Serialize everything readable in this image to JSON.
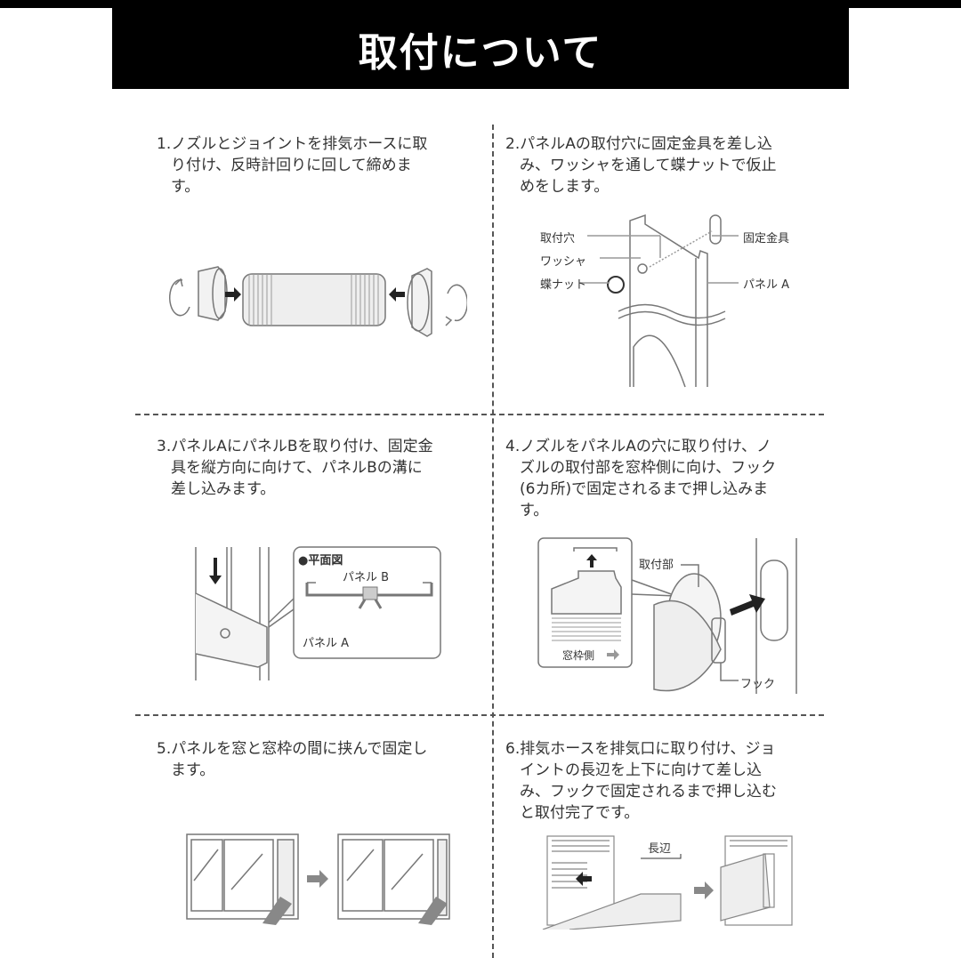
{
  "header": {
    "title": "取付について"
  },
  "steps": [
    {
      "number": "1.",
      "text": "ノズルとジョイントを排気ホースに取\nり付け、反時計回りに回して締めま\nす。"
    },
    {
      "number": "2.",
      "text": "パネルAの取付穴に固定金具を差し込\nみ、ワッシャを通して蝶ナットで仮止\nめをします。",
      "labels": {
        "mounting_hole": "取付穴",
        "washer": "ワッシャ",
        "wing_nut": "蝶ナット",
        "bracket": "固定金具",
        "panel_a": "パネル A"
      }
    },
    {
      "number": "3.",
      "text": "パネルAにパネルBを取り付け、固定金\n具を縦方向に向けて、パネルBの溝に\n差し込みます。",
      "labels": {
        "plan_view": "●平面図",
        "panel_b": "パネル B",
        "panel_a": "パネル A"
      }
    },
    {
      "number": "4.",
      "text": "ノズルをパネルAの穴に取り付け、ノ\nズルの取付部を窓枠側に向け、フック\n(6カ所)で固定されるまで押し込みま\nす。",
      "labels": {
        "mount_part": "取付部",
        "window_side": "窓枠側",
        "hook": "フック"
      }
    },
    {
      "number": "5.",
      "text": "パネルを窓と窓枠の間に挟んで固定し\nます。"
    },
    {
      "number": "6.",
      "text": "排気ホースを排気口に取り付け、ジョ\nイントの長辺を上下に向けて差し込\nみ、フックで固定されるまで押し込む\nと取付完了です。",
      "labels": {
        "long_side": "長辺"
      }
    }
  ],
  "colors": {
    "banner_bg": "#000000",
    "banner_text": "#ffffff",
    "body_text": "#333333",
    "divider": "#555555",
    "line_art": "#888888"
  }
}
